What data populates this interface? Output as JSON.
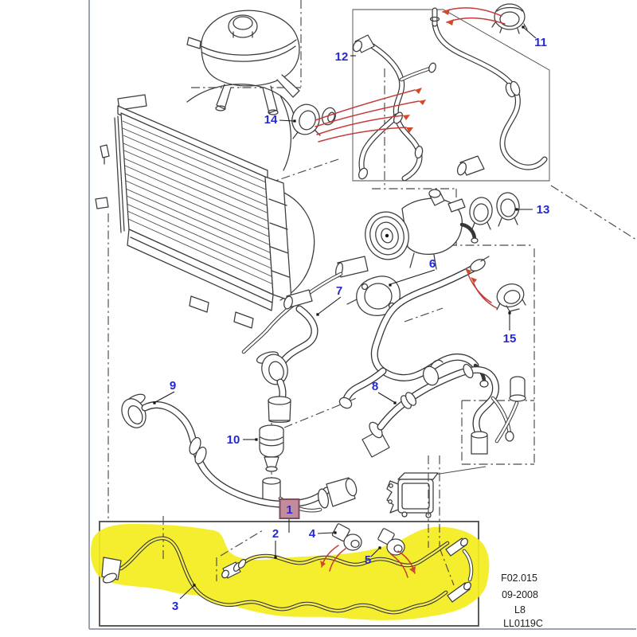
{
  "diagram": {
    "type": "parts-diagram",
    "subject": "engine-cooling-and-heater-hoses",
    "callouts": [
      {
        "label": "1"
      },
      {
        "label": "2"
      },
      {
        "label": "3"
      },
      {
        "label": "4"
      },
      {
        "label": "5"
      },
      {
        "label": "6"
      },
      {
        "label": "7"
      },
      {
        "label": "8"
      },
      {
        "label": "9"
      },
      {
        "label": "10"
      },
      {
        "label": "11"
      },
      {
        "label": "12"
      },
      {
        "label": "13"
      },
      {
        "label": "14"
      },
      {
        "label": "15"
      }
    ],
    "footer": {
      "figure_code": "F02.015",
      "date_code": "09-2008",
      "sheet_code": "L8",
      "drawing_code": "LL0119C"
    },
    "colors": {
      "callout_text": "#2328d2",
      "highlight_yellow": "#f3ed1d",
      "callout1_badge_bg": "#c28c9c",
      "callout1_badge_border": "#7c4e5e",
      "arrow_red": "#c43b3b",
      "line": "#3b3b3b",
      "page_border": "#9aa3ae"
    }
  }
}
